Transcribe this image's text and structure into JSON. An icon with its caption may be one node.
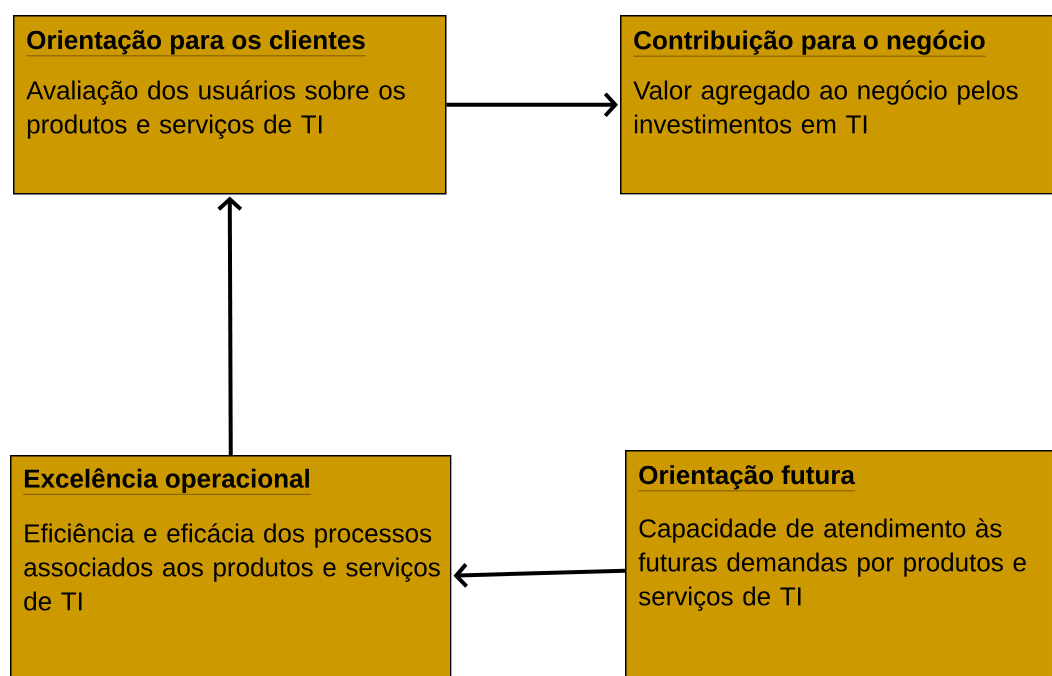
{
  "diagram": {
    "nodes": [
      {
        "text": [
          "Orientação para os clientes",
          "Avaliação dos usuários sobre os produtos e serviços de TI"
        ]
      },
      {
        "text": [
          "Contribuição para o negócio",
          "Valor agregado ao negócio pelos investimentos em TI"
        ]
      },
      {
        "text": [
          "Excelência operacional",
          "Eficiência e eficácia dos processos associados aos produtos e serviços de TI"
        ]
      },
      {
        "text": [
          "Orientação futura",
          "Capacidade de atendimento às futuras demandas por produtos e serviços de TI"
        ]
      }
    ],
    "edges": [
      {
        "from": 0,
        "to": 1,
        "arrow": "to"
      },
      {
        "from": 2,
        "to": 0,
        "arrow": "to"
      },
      {
        "from": 3,
        "to": 2,
        "arrow": "to"
      }
    ]
  }
}
